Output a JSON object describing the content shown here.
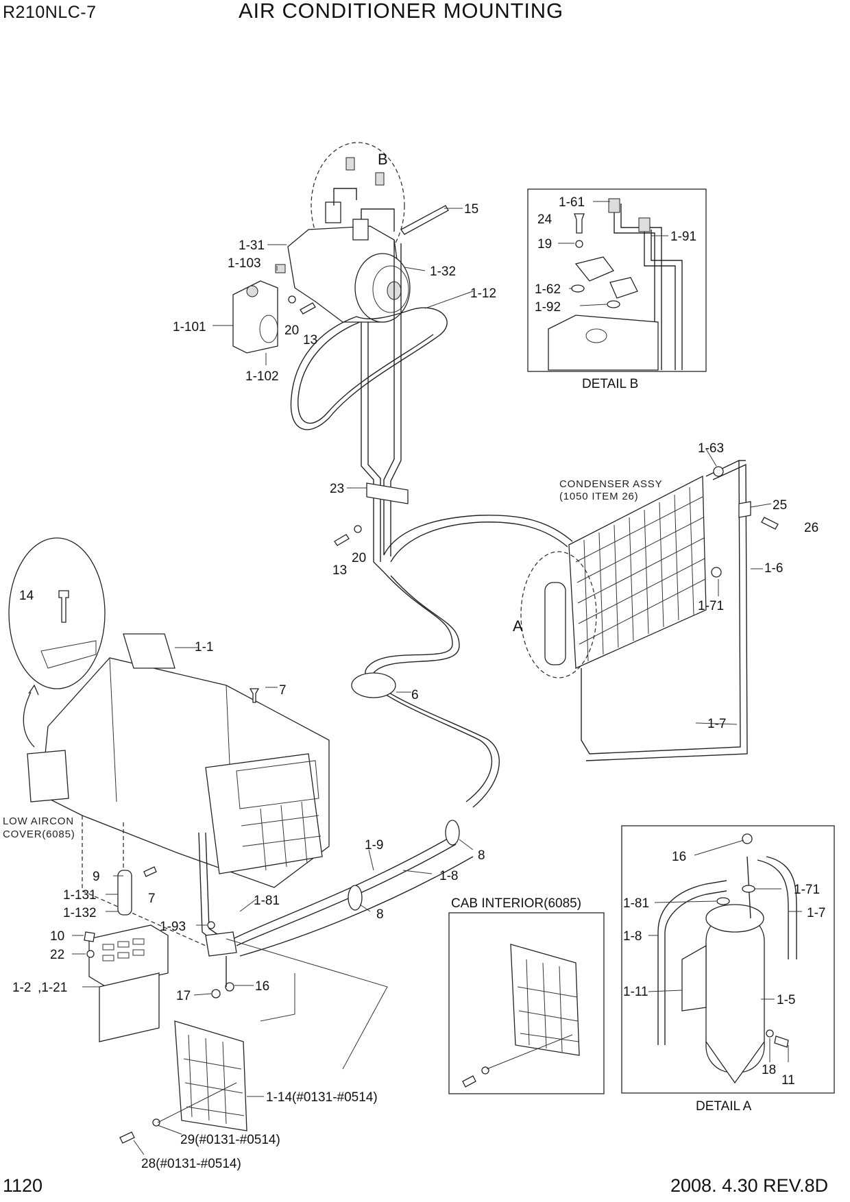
{
  "header": {
    "model": "R210NLC-7",
    "title": "AIR CONDITIONER MOUNTING"
  },
  "footer": {
    "page_number": "1120",
    "date_revision": "2008. 4.30  REV.8D"
  },
  "callouts": {
    "c15": "15",
    "c131": "1-31",
    "c1103": "1-103",
    "c132": "1-32",
    "c112": "1-12",
    "c1101": "1-101",
    "c20a": "20",
    "c13a": "13",
    "c1102": "1-102",
    "cB": "B",
    "c23": "23",
    "c20b": "20",
    "c13b": "13",
    "c14": "14",
    "c11": "1-1",
    "c7a": "7",
    "c6": "6",
    "c163": "1-63",
    "c25": "25",
    "c26": "26",
    "c16": "1-6",
    "c171": "1-71",
    "cA": "A",
    "c17": "1-7",
    "c19n": "1-9",
    "c8a": "8",
    "c18": "1-8",
    "c8b": "8",
    "c9": "9",
    "c1131": "1-131",
    "c7b": "7",
    "c1132": "1-132",
    "c181": "1-81",
    "c193": "1-93",
    "c10": "10",
    "c22": "22",
    "c12": "1-2",
    "c121": ",1-21",
    "c17n": "17",
    "c16n": "16",
    "c114": "1-14(#0131-#0514)",
    "c29": "29(#0131-#0514)",
    "c28": "28(#0131-#0514)"
  },
  "notes": {
    "condenser_line1": "CONDENSER ASSY",
    "condenser_line2": "(1050 ITEM 26)",
    "low_aircon_line1": "LOW AIRCON",
    "low_aircon_line2": "COVER(6085)"
  },
  "detail_b": {
    "caption": "DETAIL B",
    "c161": "1-61",
    "c24": "24",
    "c191": "1-91",
    "c19": "19",
    "c162": "1-62",
    "c192": "1-92"
  },
  "cab_interior": {
    "caption": "CAB INTERIOR(6085)"
  },
  "detail_a": {
    "caption": "DETAIL A",
    "c16": "16",
    "c171": "1-71",
    "c181": "1-81",
    "c17": "1-7",
    "c18": "1-8",
    "c111": "1-11",
    "c15": "1-5",
    "c18n": "18",
    "c11": "11"
  }
}
